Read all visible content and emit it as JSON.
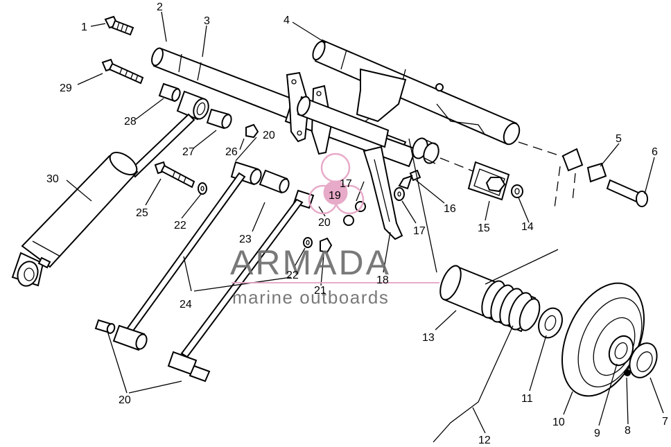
{
  "watermark": {
    "brand": "ARMADA",
    "tagline": "marine outboards",
    "accent_color": "#e6a3c4",
    "text_color": "#6e6e6e"
  },
  "callouts": [
    {
      "id": "c1",
      "text": "1"
    },
    {
      "id": "c2",
      "text": "2"
    },
    {
      "id": "c3",
      "text": "3"
    },
    {
      "id": "c4",
      "text": "4"
    },
    {
      "id": "c5",
      "text": "5"
    },
    {
      "id": "c6",
      "text": "6"
    },
    {
      "id": "c7",
      "text": "7"
    },
    {
      "id": "c8",
      "text": "8"
    },
    {
      "id": "c9",
      "text": "9"
    },
    {
      "id": "c10",
      "text": "10"
    },
    {
      "id": "c11",
      "text": "11"
    },
    {
      "id": "c12",
      "text": "12"
    },
    {
      "id": "c13",
      "text": "13"
    },
    {
      "id": "c14",
      "text": "14"
    },
    {
      "id": "c15",
      "text": "15"
    },
    {
      "id": "c16",
      "text": "16"
    },
    {
      "id": "c17a",
      "text": "17"
    },
    {
      "id": "c17b",
      "text": "17"
    },
    {
      "id": "c18",
      "text": "18"
    },
    {
      "id": "c19",
      "text": "19"
    },
    {
      "id": "c20a",
      "text": "20"
    },
    {
      "id": "c20b",
      "text": "20"
    },
    {
      "id": "c20c",
      "text": "20"
    },
    {
      "id": "c21",
      "text": "21"
    },
    {
      "id": "c22a",
      "text": "22"
    },
    {
      "id": "c22b",
      "text": "22"
    },
    {
      "id": "c23",
      "text": "23"
    },
    {
      "id": "c24",
      "text": "24"
    },
    {
      "id": "c25",
      "text": "25"
    },
    {
      "id": "c26",
      "text": "26"
    },
    {
      "id": "c27",
      "text": "27"
    },
    {
      "id": "c28",
      "text": "28"
    },
    {
      "id": "c29",
      "text": "29"
    },
    {
      "id": "c30",
      "text": "30"
    }
  ]
}
